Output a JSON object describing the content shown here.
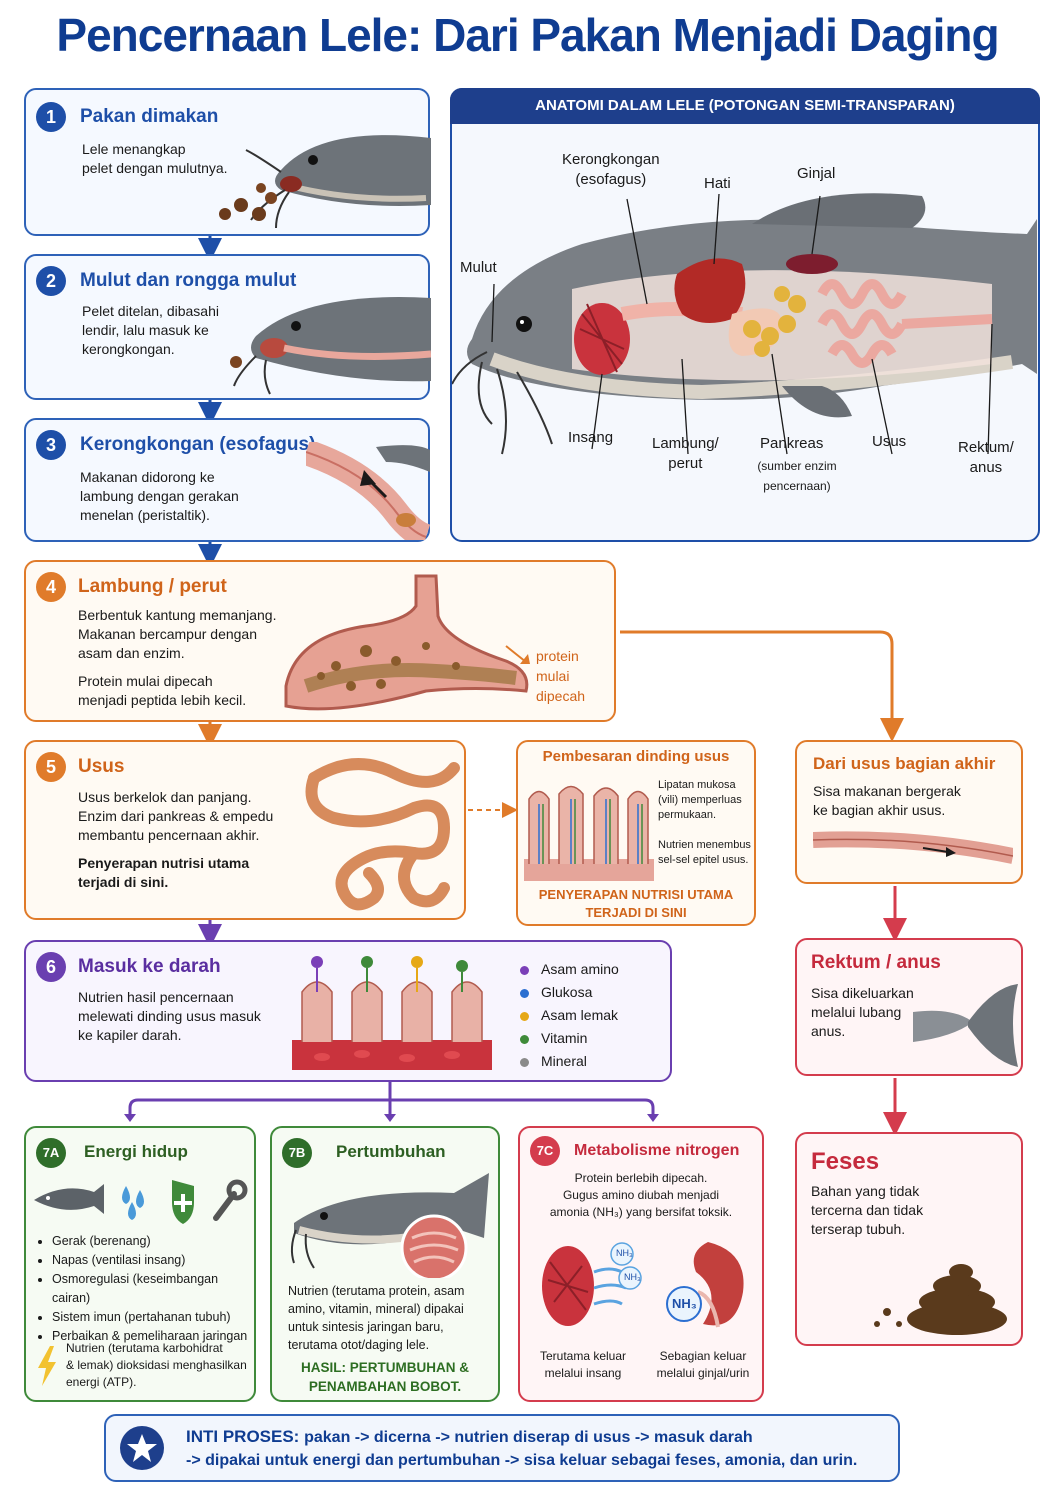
{
  "title": "Pencernaan Lele: Dari Pakan Menjadi Daging",
  "anatomy": {
    "title": "ANATOMI DALAM LELE (POTONGAN SEMI-TRANSPARAN)",
    "labels": {
      "kerongkongan": "Kerongkongan\n(esofagus)",
      "hati": "Hati",
      "ginjal": "Ginjal",
      "mulut": "Mulut",
      "insang": "Insang",
      "lambung": "Lambung/\nperut",
      "pankreas": "Pankreas",
      "pankreas_sub": "(sumber enzim\npencernaan)",
      "usus": "Usus",
      "rektum": "Rektum/\nanus"
    }
  },
  "steps": {
    "s1": {
      "num": "1",
      "title": "Pakan dimakan",
      "text": "Lele menangkap\npelet dengan mulutnya."
    },
    "s2": {
      "num": "2",
      "title": "Mulut dan rongga mulut",
      "text": "Pelet ditelan, dibasahi\nlendir, lalu masuk ke\nkerongkongan."
    },
    "s3": {
      "num": "3",
      "title": "Kerongkongan (esofagus)",
      "text": "Makanan didorong ke\nlambung dengan gerakan\nmenelan (peristaltik)."
    },
    "s4": {
      "num": "4",
      "title": "Lambung / perut",
      "text": "Berbentuk kantung memanjang.\nMakanan bercampur dengan\nasam dan enzim.",
      "text2": "Protein mulai dipecah\nmenjadi peptida lebih kecil.",
      "note": "protein\nmulai\ndipecah"
    },
    "s5": {
      "num": "5",
      "title": "Usus",
      "text": "Usus berkelok dan panjang.\nEnzim dari pankreas & empedu\nmembantu pencernaan akhir.",
      "text2": "Penyerapan nutrisi utama\nterjadi di sini."
    },
    "s6": {
      "num": "6",
      "title": "Masuk ke darah",
      "text": "Nutrien hasil pencernaan\nmelewati dinding usus masuk\nke kapiler darah."
    }
  },
  "zoom": {
    "title": "Pembesaran dinding usus",
    "note1": "Lipatan mukosa\n(vili) memperluas\npermukaan.",
    "note2": "Nutrien menembus\nsel-sel epitel usus.",
    "footer": "PENYERAPAN NUTRISI UTAMA\nTERJADI DI SINI"
  },
  "legend": [
    {
      "label": "Asam amino",
      "color": "#7b3fb8"
    },
    {
      "label": "Glukosa",
      "color": "#2c6fd1"
    },
    {
      "label": "Asam lemak",
      "color": "#e6a817"
    },
    {
      "label": "Vitamin",
      "color": "#3f8a3a"
    },
    {
      "label": "Mineral",
      "color": "#8a8a8a"
    }
  ],
  "right": {
    "end_usus": {
      "title": "Dari usus bagian akhir",
      "text": "Sisa makanan bergerak\nke bagian akhir usus."
    },
    "rektum": {
      "title": "Rektum / anus",
      "text": "Sisa dikeluarkan\nmelalui lubang\nanus."
    },
    "feses": {
      "title": "Feses",
      "text": "Bahan yang tidak\ntercerna dan tidak\nterserap tubuh."
    }
  },
  "b7a": {
    "num": "7A",
    "title": "Energi hidup",
    "items": [
      "Gerak (berenang)",
      "Napas (ventilasi insang)",
      "Osmoregulasi (keseimbangan cairan)",
      "Sistem imun (pertahanan tubuh)",
      "Perbaikan & pemeliharaan jaringan"
    ],
    "note": "Nutrien (terutama karbohidrat\n& lemak) dioksidasi menghasilkan\nenergi (ATP)."
  },
  "b7b": {
    "num": "7B",
    "title": "Pertumbuhan",
    "text": "Nutrien (terutama protein, asam\namino, vitamin, mineral) dipakai\nuntuk sintesis jaringan baru,\nterutama otot/daging lele.",
    "result": "HASIL: PERTUMBUHAN &\nPENAMBAHAN BOBOT."
  },
  "b7c": {
    "num": "7C",
    "title": "Metabolisme nitrogen",
    "text": "Protein berlebih dipecah.\nGugus amino diubah menjadi\namonia (NH₃) yang bersifat toksik.",
    "nh3": "NH₃",
    "left": "Terutama keluar\nmelalui insang",
    "right": "Sebagian keluar\nmelalui ginjal/urin"
  },
  "summary": {
    "lead": "INTI PROSES:",
    "line1": "pakan -> dicerna -> nutrien diserap di usus -> masuk darah",
    "line2": "-> dipakai untuk energi dan pertumbuhan -> sisa keluar sebagai feses, amonia, dan urin."
  }
}
